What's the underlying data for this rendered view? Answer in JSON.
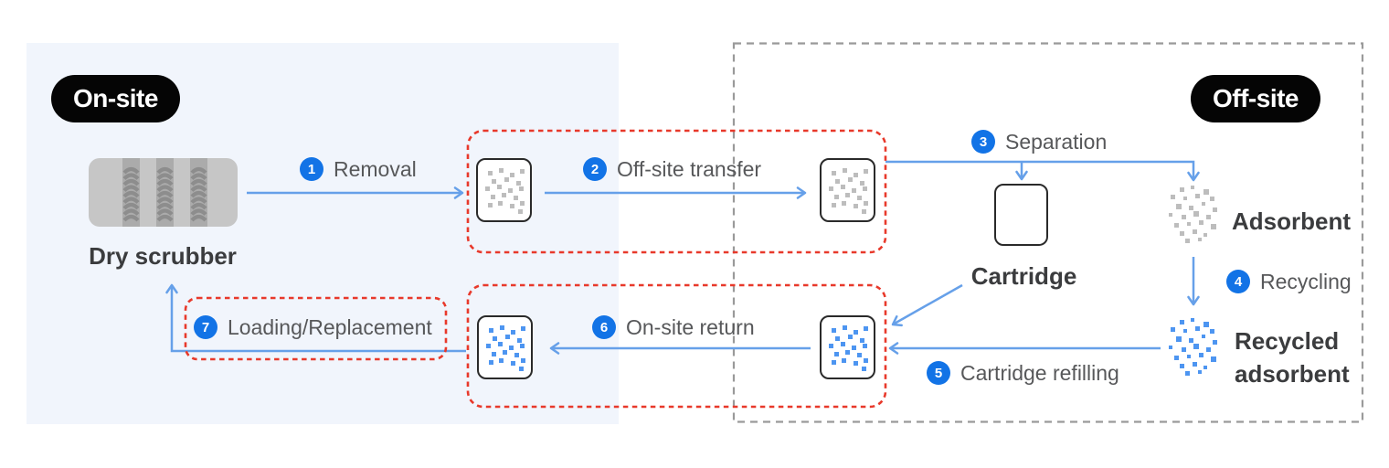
{
  "regions": {
    "onsite": {
      "label": "On-site"
    },
    "offsite": {
      "label": "Off-site"
    }
  },
  "nodes": {
    "dry_scrubber": {
      "label": "Dry scrubber"
    },
    "cartridge": {
      "label": "Cartridge"
    },
    "adsorbent": {
      "label": "Adsorbent"
    },
    "recycled_adsorbent": {
      "label": "Recycled adsorbent"
    }
  },
  "steps": [
    {
      "num": "1",
      "label": "Removal"
    },
    {
      "num": "2",
      "label": "Off-site transfer"
    },
    {
      "num": "3",
      "label": "Separation"
    },
    {
      "num": "4",
      "label": "Recycling"
    },
    {
      "num": "5",
      "label": "Cartridge refilling"
    },
    {
      "num": "6",
      "label": "On-site return"
    },
    {
      "num": "7",
      "label": "Loading/Replacement"
    }
  ],
  "colors": {
    "step_badge_blue": "#1273E6",
    "arrow_blue": "#66A0E9",
    "highlight_red": "#E8392B",
    "onsite_background": "#F1F5FC",
    "offsite_border_gray": "#9A9A9A",
    "adsorbent_dot_gray": "#BDBDBD",
    "recycled_dot_blue": "#4D95F1",
    "site_badge_black": "#050505"
  }
}
